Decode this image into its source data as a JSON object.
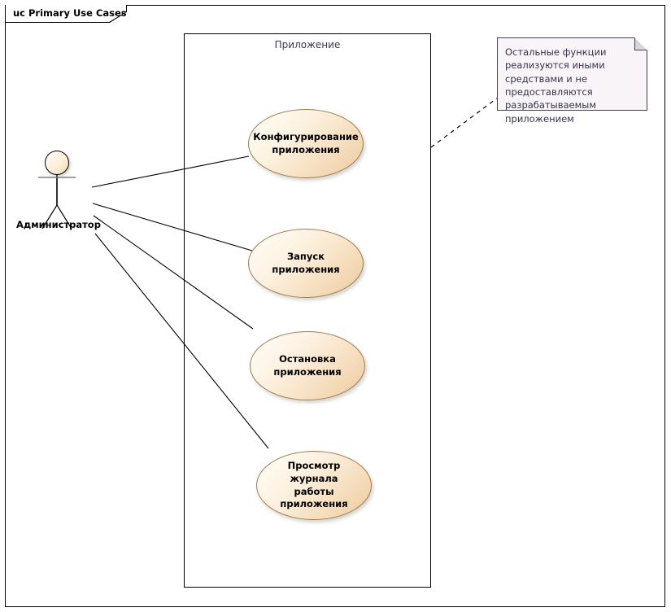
{
  "frame": {
    "tab_label": "uc Primary Use Cases"
  },
  "boundary": {
    "label": "Приложение"
  },
  "actor": {
    "label": "Администратор",
    "icon": "actor-stick-figure"
  },
  "use_cases": [
    {
      "id": "configure",
      "label": "Конфигурирование\nприложения"
    },
    {
      "id": "start",
      "label": "Запуск приложения"
    },
    {
      "id": "stop",
      "label": "Остановка\nприложения"
    },
    {
      "id": "view-log",
      "label": "Просмотр журнала\nработы приложения"
    }
  ],
  "note": {
    "text": "Остальные функции реализуются иными средствами и не предоставляются разрабатываемым приложением",
    "fold_icon": "note-corner-fold"
  },
  "colors": {
    "usecase_fill_light": "#fffdf9",
    "usecase_fill_dark": "#eccb9d",
    "usecase_stroke": "#a07a4a",
    "note_fill": "#f9f4f8",
    "note_stroke": "#41414f",
    "note_text": "#34344a",
    "boundary_label": "#3b3b4f",
    "line": "#000000"
  }
}
